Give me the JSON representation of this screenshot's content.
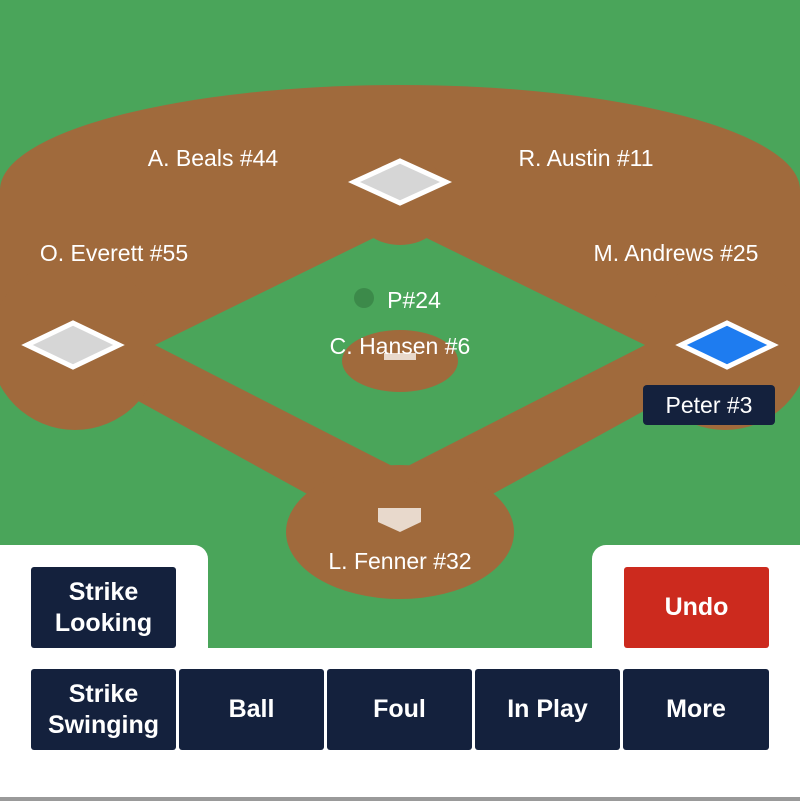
{
  "colors": {
    "grass": "#4aa55a",
    "dirt": "#a06a3c",
    "button": "#14213d",
    "undo": "#cc2a1e",
    "occupied_base": "#1e7cf0"
  },
  "fielders": {
    "left_field": "O. Everett  #55",
    "center_left": "A. Beals #44",
    "center_right": "R. Austin #11",
    "right_field": "M. Andrews #25",
    "pitcher": "P#24",
    "mound": "C. Hansen #6",
    "catcher": "L. Fenner #32"
  },
  "runner": {
    "first_base": "Peter #3"
  },
  "buttons": {
    "strike_looking": "Strike\nLooking",
    "undo": "Undo",
    "strike_swinging": "Strike\nSwinging",
    "ball": "Ball",
    "foul": "Foul",
    "in_play": "In Play",
    "more": "More"
  }
}
